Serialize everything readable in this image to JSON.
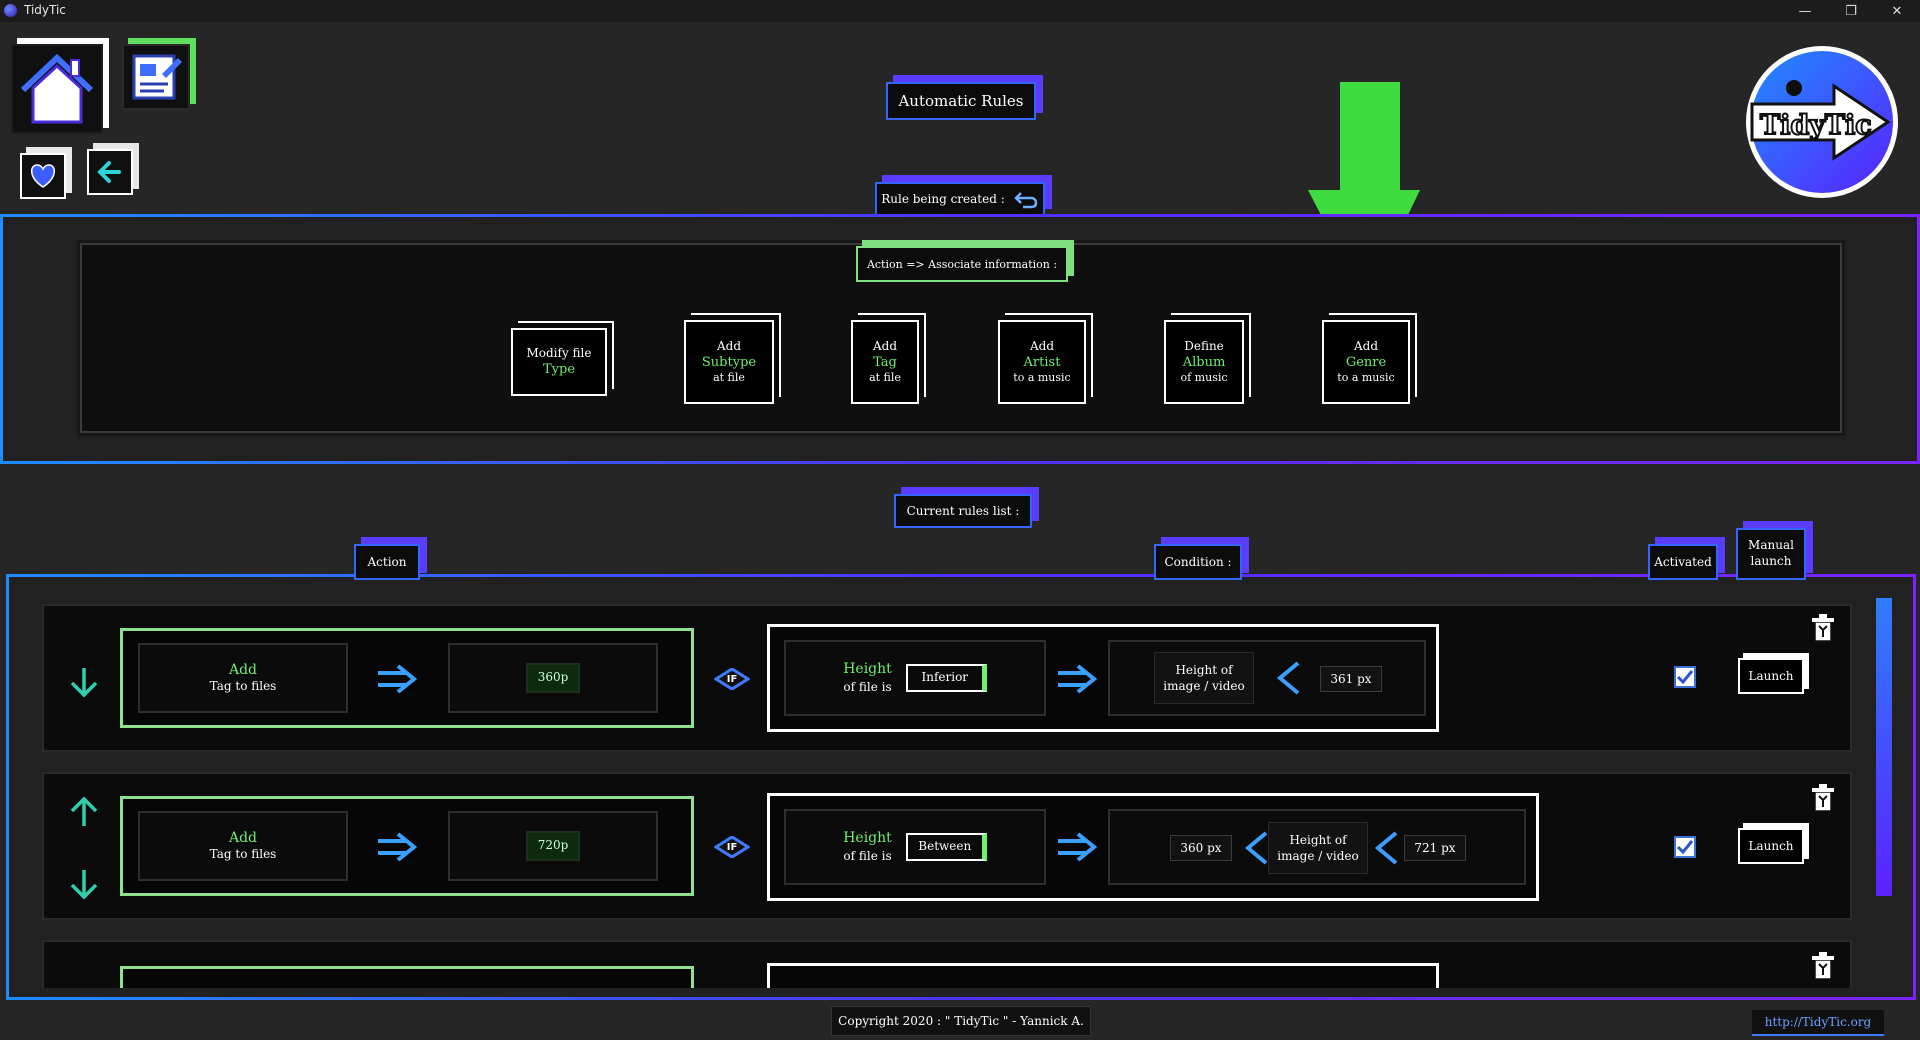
{
  "app": {
    "title": "TidyTic"
  },
  "page_title": "Automatic Rules",
  "rule_being_created_label": "Rule being created :",
  "action_section_label": "Action => Associate information :",
  "action_buttons": [
    {
      "l1": "Modify file",
      "l2": "Type",
      "l3": ""
    },
    {
      "l1": "Add",
      "l2": "Subtype",
      "l3": "at file"
    },
    {
      "l1": "Add",
      "l2": "Tag",
      "l3": "at file"
    },
    {
      "l1": "Add",
      "l2": "Artist",
      "l3": "to a music"
    },
    {
      "l1": "Define",
      "l2": "Album",
      "l3": "of music"
    },
    {
      "l1": "Add",
      "l2": "Genre",
      "l3": "to a music"
    }
  ],
  "current_rules_label": "Current rules list :",
  "columns": {
    "action": "Action",
    "condition": "Condition :",
    "activated": "Activated",
    "manual_launch_line1": "Manual",
    "manual_launch_line2": "launch"
  },
  "rules": [
    {
      "action_title": "Add",
      "action_sub": "Tag to files",
      "value": "360p",
      "if_label": "IF",
      "cond_title": "Height",
      "cond_sub": "of file is",
      "operator": "Inferior",
      "target_line1": "Height of",
      "target_line2": "image / video",
      "limit": "361 px",
      "launch": "Launch"
    },
    {
      "action_title": "Add",
      "action_sub": "Tag to files",
      "value": "720p",
      "if_label": "IF",
      "cond_title": "Height",
      "cond_sub": "of file is",
      "operator": "Between",
      "low": "360 px",
      "target_line1": "Height of",
      "target_line2": "image / video",
      "high": "721 px",
      "launch": "Launch"
    }
  ],
  "logo_text": "TidyTic",
  "footer": {
    "copyright": "Copyright 2020 : \" TidyTic \" - Yannick A.",
    "link": "http://TidyTic.org"
  },
  "colors": {
    "accent_blue": "#3f7cff",
    "accent_purple": "#5a3cff",
    "accent_green": "#6ff06f",
    "arrow_green": "#3fdc3f"
  }
}
